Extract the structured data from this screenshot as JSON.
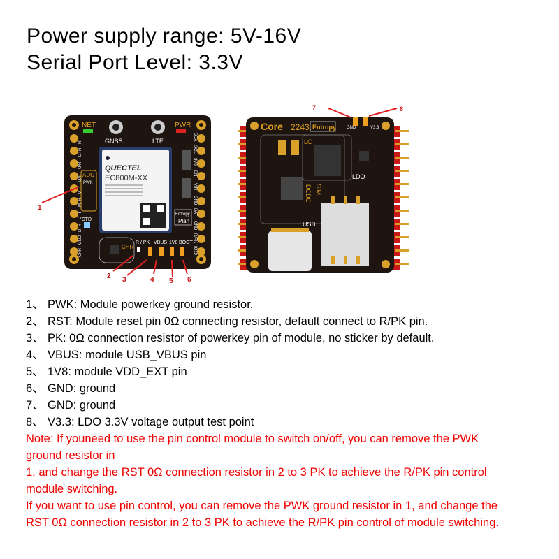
{
  "header": {
    "line1": "Power supply range: 5V-16V",
    "line2": "Serial Port Level: 3.3V"
  },
  "board_front": {
    "net": "NET",
    "pwr": "PWR",
    "gnss": "GNSS",
    "lte": "LTE",
    "brand": "QUECTEL",
    "model": "EC800M-XX",
    "adc": "ADC",
    "pwk": "PWK",
    "rpk": "R / PK",
    "vbus": "VBUS",
    "v18": "1V8",
    "boot": "BOOT",
    "gnd": "GND",
    "chr": "CHR",
    "std": "STD",
    "plan": "Plan",
    "entropy": "Entropy",
    "left_pins": [
      "RI",
      "DTR",
      "U/R",
      "U/T",
      "M_T",
      "M_R",
      "D_T",
      "D_R",
      "GND",
      "CHR"
    ],
    "right_pins": [
      "SDA",
      "SCL",
      "3V8",
      "EN",
      "VIN",
      "GND",
      "BAT",
      "GND",
      "R/PK",
      "IO19"
    ]
  },
  "board_back": {
    "core": "Core",
    "core_num": "2243.",
    "entropy": "Entropy",
    "lc": "LC",
    "ldo": "LDO",
    "dcdc": "DCDC",
    "sim": "SIM",
    "usb": "USB",
    "gnd": "GND",
    "v33": "V3.3"
  },
  "callouts": [
    "1",
    "2",
    "3",
    "4",
    "5",
    "6",
    "7",
    "8"
  ],
  "items": [
    {
      "num": "1、",
      "text": "PWK: Module powerkey ground resistor."
    },
    {
      "num": "2、",
      "text": "RST: Module reset pin 0Ω connecting resistor, default connect to R/PK pin."
    },
    {
      "num": "3、",
      "text": "PK: 0Ω connection resistor of powerkey pin of module, no sticker by default."
    },
    {
      "num": "4、",
      "text": "VBUS: module USB_VBUS pin"
    },
    {
      "num": "5、",
      "text": "1V8: module VDD_EXT pin"
    },
    {
      "num": "6、",
      "text": "GND: ground"
    },
    {
      "num": "7、",
      "text": "GND: ground"
    },
    {
      "num": "8、",
      "text": "V3.3: LDO 3.3V voltage output test point"
    }
  ],
  "notes": [
    "Note: If youneed to use the pin control module to switch on/off, you can remove the PWK",
    "ground resistor in",
    "1, and change the RST 0Ω connection resistor in 2 to 3 PK to achieve the R/PK pin control",
    "module switching.",
    "If you want to use pin control, you can remove the PWK ground resistor in 1, and change the",
    "RST 0Ω connection resistor in 2 to 3 PK to achieve the R/PK pin control of module switching."
  ],
  "colors": {
    "note": "#f00000",
    "pcb": "#1e1510",
    "gold": "#e0a020",
    "arrow": "#e02020",
    "header_red": "#c81818"
  }
}
